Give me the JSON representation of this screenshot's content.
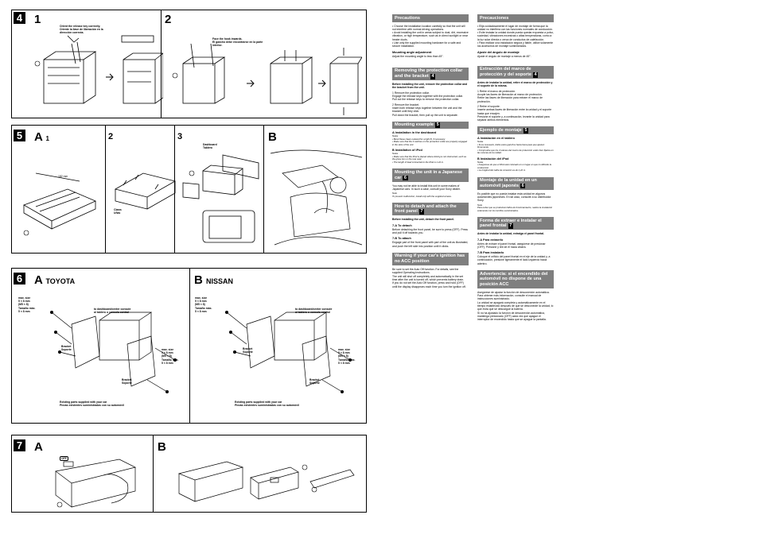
{
  "panels": {
    "p4": {
      "badge": "4",
      "step1": "1",
      "step2": "2",
      "cap_release": "Orient the release key correctly.\nOriente la llave de liberación en la dirección correcta.",
      "cap_hook": "Face the hook inwards.\nEl gancho debe encontrarse en la parte interior."
    },
    "p5": {
      "badge": "5",
      "a": "A",
      "a1": "1",
      "s2": "2",
      "s3": "3",
      "b": "B",
      "dim": "182 mm",
      "cap_claws": "Claws\nUñas",
      "cap_dash": "Dashboard\nTablero"
    },
    "p6": {
      "badge": "6",
      "a": "A",
      "toyota": "TOYOTA",
      "b": "B",
      "nissan": "NISSAN",
      "maxsize_l": "max. size\n5 × 8 mm\n(M5 × 8)\nTamaño máx.\n5 × 8 mm",
      "maxsize_r": "max. size\n5 × 8 mm\n(M5 × 8)\nTamaño máx.\n5 × 8 mm",
      "console": "to dashboard/center console\nal tablero o consola central",
      "bracket": "Bracket\nSoporte",
      "existing": "Existing parts supplied with your car\nPiezas existentes suministradas con su automóvil"
    },
    "p7": {
      "badge": "7",
      "a": "A",
      "b": "B",
      "off": "OFF"
    }
  },
  "en": {
    "precautions": "Precautions",
    "prec_body": "• Choose the installation location carefully so that the unit will not interfere with normal driving operations.\n• Avoid installing the unit in areas subject to dust, dirt, excessive vibration, or high temperature, such as in direct sunlight or near heater ducts.\n• Use only the supplied mounting hardware for a safe and secure installation.",
    "angle_h": "Mounting angle adjustment",
    "angle_p": "Adjust the mounting angle to less than 45°.",
    "remove_h": "Removing the protection collar and the bracket",
    "remove_num": "4",
    "remove_p1": "Before installing the unit, remove the protection collar and the bracket from the unit.",
    "remove_s1": "1  Remove the protection collar.\n  Engage the release keys together with the protection collar.\n  Pull out the release keys to remove the protection collar.",
    "remove_s2": "2  Remove the bracket.\n  Insert both release keys together between the unit and the bracket until they click.\n  Pull down the bracket, then pull up the unit to separate.",
    "mount_h": "Mounting example",
    "mount_num": "5",
    "mount_a": "A  Installation in the dashboard",
    "mount_notes": "Notes\n• Bend these claws outward for a tight fit, if necessary.\n• Make sure that the 4 catches on the protection collar are properly engaged in the slots of the unit.",
    "mount_b": "B  Installation of iPod",
    "mount_bnotes": "Notes\n• Make sure that the iPod is placed where driving is not obstructed, such as the glove box or the rear seat.\n• The length of lead connected to the iPod is 1.22 m.",
    "japan_h": "Mounting the unit in a Japanese car",
    "japan_num": "6",
    "japan_p": "You may not be able to install this unit in some makes of Japanese cars. In such a case, consult your Sony dealer.",
    "japan_note": "Note\nTo prevent malfunction, install only with the supplied screws.",
    "detach_h": "How to detach and attach the front panel",
    "detach_num": "7",
    "detach_p": "Before installing the unit, detach the front panel.",
    "detach_a_h": "7-A  To detach",
    "detach_a_p": "Before detaching the front panel, be sure to press (OFF). Press and pull it off towards you.",
    "detach_b_h": "7-B  To attach",
    "detach_b_p": "Engage part of the front panel with part of the unit as illustrated, and push the left side into position until it clicks.",
    "warn_h": "Warning if your car's ignition has no ACC position",
    "warn_p": "Be sure to set the Auto Off function. For details, see the supplied Operating Instructions.\nThe unit will shut off completely and automatically in the set time after the unit is turned off, which prevents battery drain.\nIf you do not set the Auto Off function, press and hold (OFF) until the display disappears each time you turn the ignition off."
  },
  "es": {
    "precauciones": "Precauciones",
    "prec_body": "• Elija cuidadosamente el lugar de montaje de forma que la unidad no interfiera con las funciones normales de conducción.\n• Evite instalar la unidad donde pueda quedar expuesta a polvo, suciedad, vibraciones excesivas o altas temperaturas, como a la luz solar directa o cerca de conductos de calefacción.\n• Para realizar una instalación segura y fiable, utilice solamente los accesorios de montaje suministrados.",
    "angle_h": "Ajuste del ángulo de montaje",
    "angle_p": "Ajuste el ángulo de montaje a menos de 45°.",
    "remove_h": "Extracción del marco de protección y del soporte",
    "remove_num": "4",
    "remove_p1": "Antes de instalar la unidad, retire el marco de protección y el soporte de la misma.",
    "remove_s1": "1  Retire el marco de protección.\n  Acople las llaves de liberación al marco de protección.\n  Retire las llaves de liberación para extraer el marco de protección.",
    "remove_s2": "2  Retire el soporte.\n  Inserte ambas llaves de liberación entre la unidad y el soporte hasta que encajen.\n  Presione el soporte y, a continuación, levante la unidad para separar ambos elementos.",
    "mount_h": "Ejemplo de montaje",
    "mount_num": "5",
    "mount_a": "A  Instalación en el tablero",
    "mount_notes": "Notas\n• Si es necesario, doble estos ganchos hacia fuera para que ajusten firmemente.\n• Compruebe que los 4 retenes del marco de protección estén bien fijados en las ranuras de la unidad.",
    "mount_b": "B  Instalación del iPod",
    "mount_bnotes": "Notas\n• Asegúrese de que el iPod esté colocado en un lugar en que no dificulte la conducción.\n• La longitud del cable de conexión es de 1,22 m.",
    "japan_h": "Montaje de la unidad en un automóvil japonés",
    "japan_num": "6",
    "japan_p": "Es posible que no pueda instalar esta unidad en algunos automóviles japoneses. En tal caso, consulte a su distribuidor Sony.",
    "japan_note": "Nota\nPara evitar que se produzcan fallos de funcionamiento, realice la instalación solamente con los tornillos suministrados.",
    "detach_h": "Forma de extraer e instalar el panel frontal",
    "detach_num": "7",
    "detach_p": "Antes de instalar la unidad, extraiga el panel frontal.",
    "detach_a_h": "7-A  Para extraerlo",
    "detach_a_p": "Antes de extraer el panel frontal, asegúrese de presionar (OFF). Presione y tire de él hacia afuera.",
    "detach_b_h": "7-B  Para instalarlo",
    "detach_b_p": "Coloque el orificio del panel frontal en el eje de la unidad y, a continuación, presione ligeramente el lado izquierdo hacia adentro.",
    "warn_h": "Advertencia: si el encendido del automóvil no dispone de una posición ACC",
    "warn_p": "Asegúrese de ajustar la función de desconexión automática. Para obtener más información, consulte el manual de instrucciones suministrado.\nLa unidad se apagará completa y automáticamente en el tiempo establecido después de que se desconecte la unidad, lo que evita que se descargue la batería.\nSi no ha ajustado la función de desconexión automática, mantenga presionado (OFF) cada vez que apague el interruptor de encendido hasta que se apague la pantalla."
  }
}
